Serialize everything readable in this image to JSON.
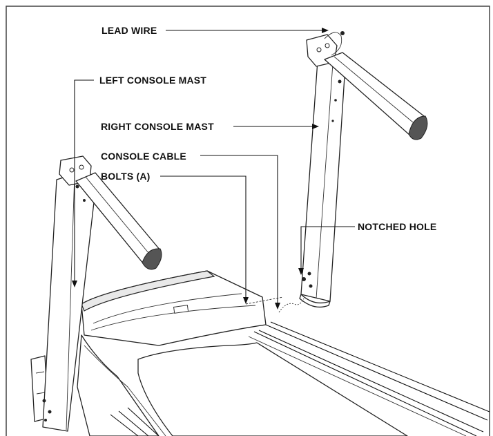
{
  "callouts": {
    "lead_wire": "LEAD WIRE",
    "left_console_mast": "LEFT CONSOLE MAST",
    "right_console_mast": "RIGHT CONSOLE MAST",
    "console_cable": "CONSOLE CABLE",
    "bolts_a": "BOLTS (A)",
    "notched_hole": "NOTCHED HOLE"
  }
}
